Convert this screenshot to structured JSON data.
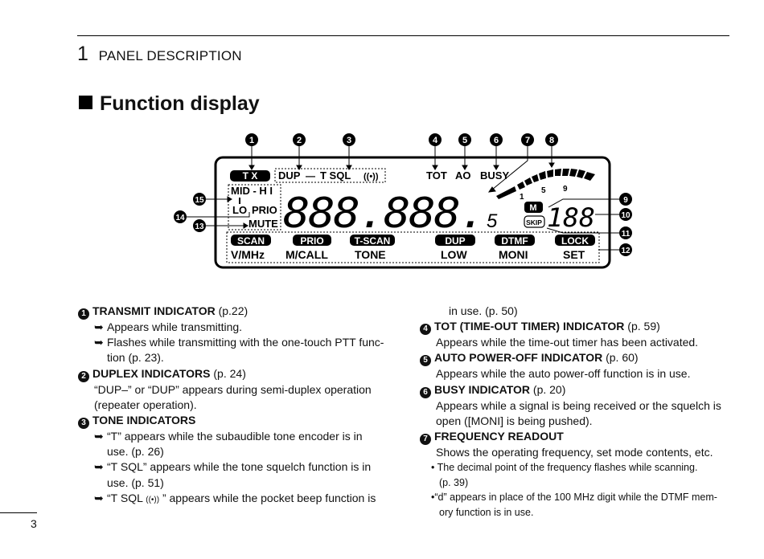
{
  "header": {
    "chapter_number": "1",
    "chapter_title": "PANEL DESCRIPTION"
  },
  "section_title": "Function display",
  "lcd": {
    "tx": "T X",
    "dup": "DUP",
    "dash": "—",
    "tsql": "T SQL",
    "beep": "((•))",
    "tot": "TOT",
    "ao": "AO",
    "busy": "BUSY",
    "midhi": "MID - H I",
    "lo": "LO",
    "prio": "PRIO",
    "mute": "MUTE",
    "freq_digits": "888.888.",
    "five": "5",
    "m_label": "M",
    "skip_label": "SKIP",
    "ch_digits": "188",
    "s_one": "1",
    "s_five": "5",
    "s_nine": "9",
    "keys": [
      {
        "top": "SCAN",
        "bottom": "V/MHz"
      },
      {
        "top": "PRIO",
        "bottom": "M/CALL"
      },
      {
        "top": "T-SCAN",
        "bottom": "TONE"
      },
      {
        "top": "DUP",
        "bottom": "LOW"
      },
      {
        "top": "DTMF",
        "bottom": "MONI"
      },
      {
        "top": "LOCK",
        "bottom": "SET"
      }
    ],
    "callouts": [
      "1",
      "2",
      "3",
      "4",
      "5",
      "6",
      "7",
      "8",
      "9",
      "10",
      "11",
      "12",
      "13",
      "14",
      "15"
    ]
  },
  "body": {
    "c1_head": "TRANSMIT INDICATOR",
    "c1_ref": " (p.22)",
    "c1_a": "Appears while transmitting.",
    "c1_b1": "Flashes while transmitting with the one-touch PTT func-",
    "c1_b2": "tion (p. 23).",
    "c2_head": "DUPLEX INDICATORS",
    "c2_ref": " (p. 24)",
    "c2_l1": "“DUP–” or “DUP” appears during semi-duplex operation",
    "c2_l2": "(repeater operation).",
    "c3_head": "TONE INDICATORS",
    "c3_a1": "“T” appears while the subaudible tone encoder is in",
    "c3_a2": "use. (p. 26)",
    "c3_b1": "“T SQL” appears while the tone squelch function is in",
    "c3_b2": "use. (p. 51)",
    "c3_c1a": "“T SQL ",
    "c3_c1s": "((•))",
    "c3_c1b": " ” appears while the pocket beep function is",
    "c3_c2": "in use. (p. 50)",
    "c4_head": "TOT (TIME-OUT TIMER) INDICATOR",
    "c4_ref": " (p. 59)",
    "c4_l1": "Appears while the time-out timer has been activated.",
    "c5_head": "AUTO POWER-OFF INDICATOR",
    "c5_ref": " (p. 60)",
    "c5_l1": "Appears while the auto power-off function is in use.",
    "c6_head": "BUSY INDICATOR",
    "c6_ref": " (p. 20)",
    "c6_l1": "Appears while a signal is being received or the squelch is",
    "c6_l2": "open ([MONI] is being pushed).",
    "c7_head": "FREQUENCY READOUT",
    "c7_l1": "Shows the operating frequency, set mode contents, etc.",
    "c7_b1a": "The decimal point of the frequency flashes while scanning.",
    "c7_b1b": "(p. 39)",
    "c7_b2a": "“d” appears in place of the 100 MHz digit while the DTMF mem-",
    "c7_b2b": "ory function is in use.",
    "arrow": "➥",
    "bullet": "•"
  },
  "page_number": "3"
}
